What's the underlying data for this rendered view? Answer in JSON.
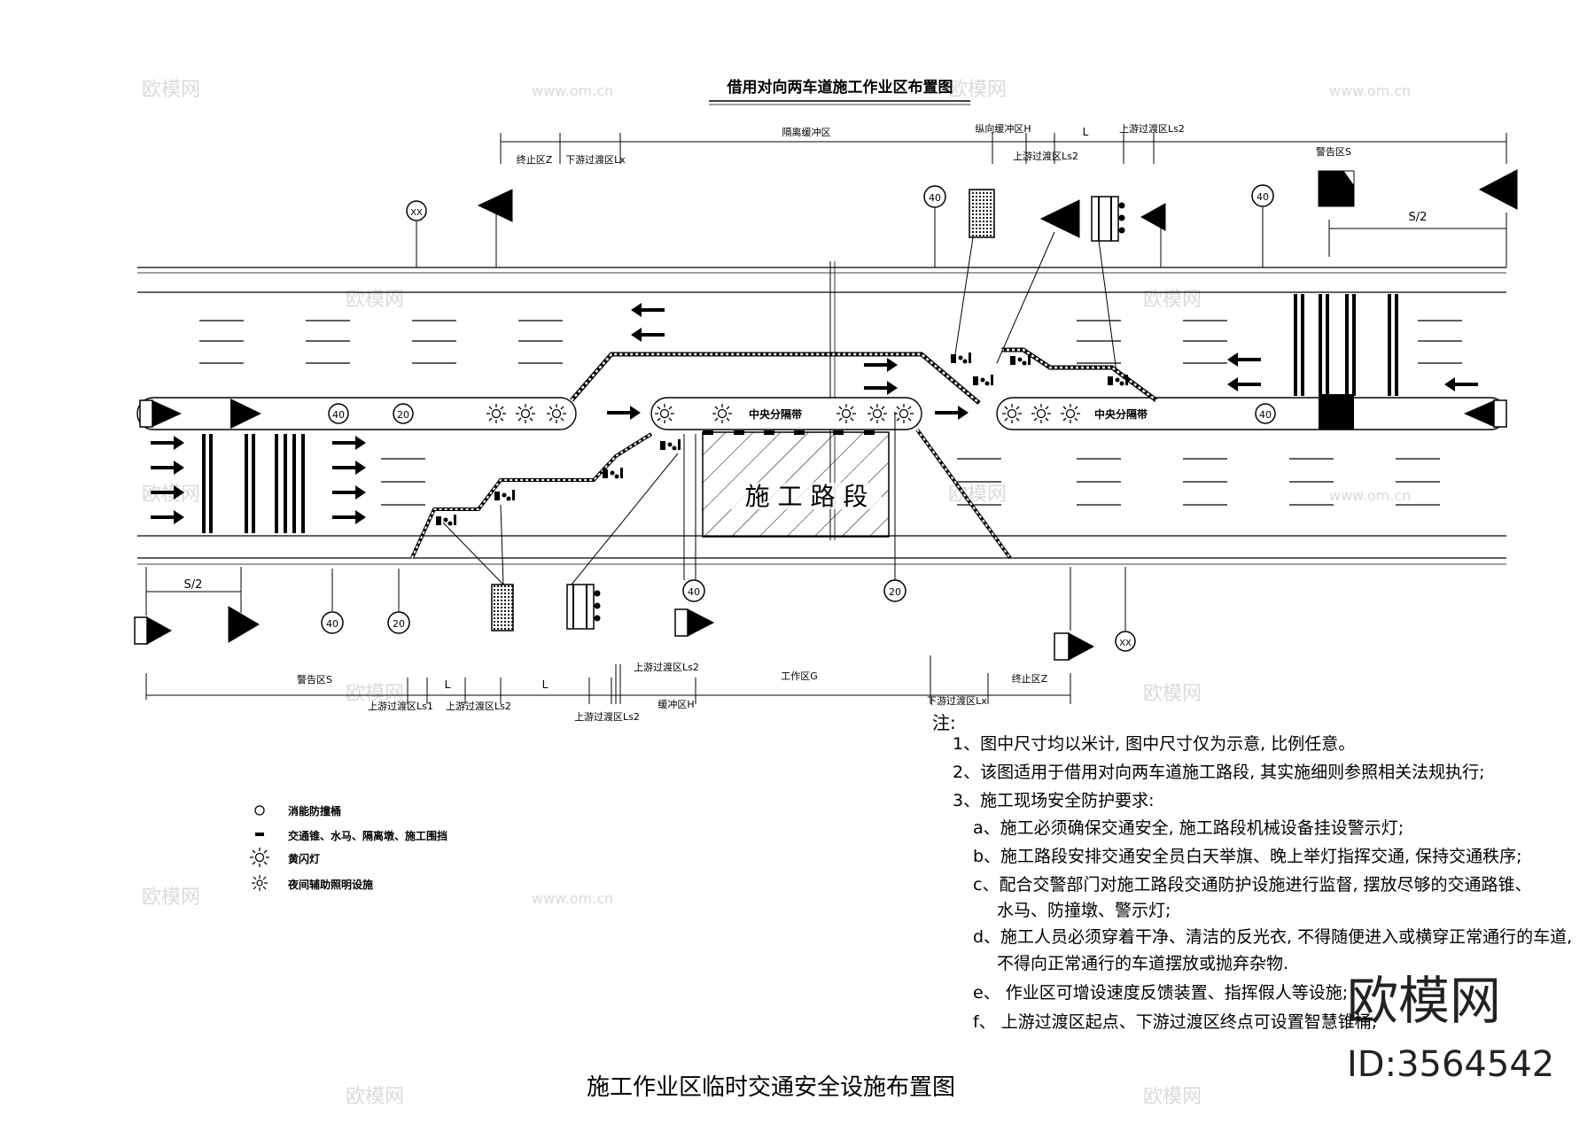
{
  "title_top": "借用对向两车道施工作业区布置图",
  "title_bottom": "施工作业区临时交通安全设施布置图",
  "work_zone_label": "施 工 路 段",
  "median_label": "中央分隔带",
  "dims_top": {
    "end": "终止区Z",
    "down_trans": "下游过渡区Lx",
    "isolation": "隔离缓冲区",
    "long_buffer": "纵向缓冲区H",
    "up_trans2": "上游过渡区Ls2",
    "L": "L",
    "up_trans2b": "上游过渡区Ls2",
    "warning": "警告区S",
    "s_half": "S/2"
  },
  "dims_bottom": {
    "s_half": "S/2",
    "warning": "警告区S",
    "up_trans1": "上游过渡区Ls1",
    "L1": "L",
    "up_trans2": "上游过渡区Ls2",
    "L2": "L",
    "up_trans2b": "上游过渡区Ls2",
    "up_trans2c": "上游过渡区Ls2",
    "buffer": "缓冲区H",
    "work": "工作区G",
    "down_trans": "下游过渡区Lx",
    "end": "终止区Z"
  },
  "speed_signs": {
    "s40": "40",
    "s20": "20"
  },
  "legend": [
    {
      "icon": "circle-icon",
      "label": "消能防撞桶"
    },
    {
      "icon": "dash-icon",
      "label": "交通锥、水马、隔离墩、施工围挡"
    },
    {
      "icon": "flash-light-icon",
      "label": "黄闪灯"
    },
    {
      "icon": "night-light-icon",
      "label": "夜间辅助照明设施"
    }
  ],
  "notes": {
    "head": "注:",
    "n1": "1、图中尺寸均以米计, 图中尺寸仅为示意, 比例任意。",
    "n2": "2、该图适用于借用对向两车道施工路段, 其实施细则参照相关法规执行;",
    "n3": "3、施工现场安全防护要求:",
    "a": "a、施工必须确保交通安全, 施工路段机械设备挂设警示灯;",
    "b": "b、施工路段安排交通安全员白天举旗、晚上举灯指挥交通, 保持交通秩序;",
    "c1": "c、配合交警部门对施工路段交通防护设施进行监督, 摆放尽够的交通路锥、",
    "c2": "水马、防撞墩、警示灯;",
    "d1": "d、施工人员必须穿着干净、清洁的反光衣, 不得随便进入或横穿正常通行的车道,",
    "d2": "不得向正常通行的车道摆放或抛弃杂物.",
    "e": "e、 作业区可增设速度反馈装置、指挥假人等设施;",
    "f": "f、 上游过渡区起点、下游过渡区终点可设置智慧锥桶;"
  },
  "watermark": {
    "logo": "欧模网",
    "id": "ID:3564542",
    "small": "欧模网",
    "url": "www.om.cn"
  }
}
